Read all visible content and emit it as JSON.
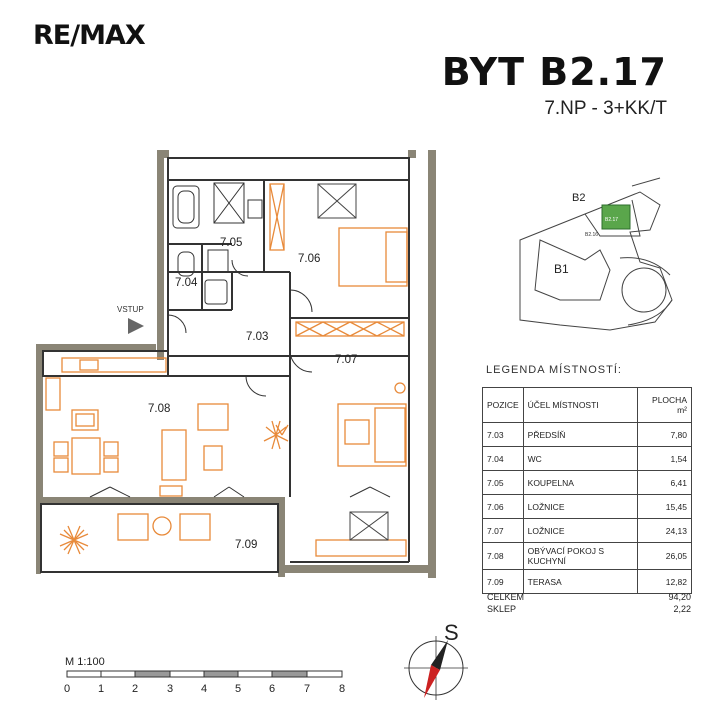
{
  "brand": {
    "logo_text": "RE/MAX"
  },
  "apartment": {
    "title": "BYT   B2.17",
    "subtitle": "7.NP - 3+KK/T"
  },
  "plan": {
    "entrance_label": "VSTUP",
    "room_labels": [
      "7.05",
      "7.06",
      "7.04",
      "7.03",
      "7.07",
      "7.08",
      "7.09"
    ]
  },
  "site_map": {
    "building_b2": "B2",
    "building_b1": "B1",
    "unit_highlight": "B2.17",
    "neighbor_unit": "B2.16"
  },
  "legend": {
    "title": "LEGENDA MÍSTNOSTÍ:",
    "headers": {
      "position": "POZICE",
      "purpose": "ÚČEL MÍSTNOSTI",
      "area": "PLOCHA m²"
    },
    "rows": [
      {
        "position": "7.03",
        "purpose": "PŘEDSÍŇ",
        "area": "7,80"
      },
      {
        "position": "7.04",
        "purpose": "WC",
        "area": "1,54"
      },
      {
        "position": "7.05",
        "purpose": "KOUPELNA",
        "area": "6,41"
      },
      {
        "position": "7.06",
        "purpose": "LOŽNICE",
        "area": "15,45"
      },
      {
        "position": "7.07",
        "purpose": "LOŽNICE",
        "area": "24,13"
      },
      {
        "position": "7.08",
        "purpose": "OBÝVACÍ POKOJ S KUCHYNÍ",
        "area": "26,05"
      },
      {
        "position": "7.09",
        "purpose": "TERASA",
        "area": "12,82"
      }
    ],
    "total_label": "CELKEM",
    "total_value": "94,20",
    "cellar_label": "SKLEP",
    "cellar_value": "2,22"
  },
  "scale": {
    "label": "M 1:100",
    "ticks": [
      "0",
      "1",
      "2",
      "3",
      "4",
      "5",
      "6",
      "7",
      "8"
    ]
  },
  "compass": {
    "letter": "S",
    "icon": "north-arrow-icon"
  },
  "colors": {
    "wall": "#8a8576",
    "furniture": "#e88a3a",
    "terrace_green": "#5aa64b",
    "outline": "#333333"
  }
}
